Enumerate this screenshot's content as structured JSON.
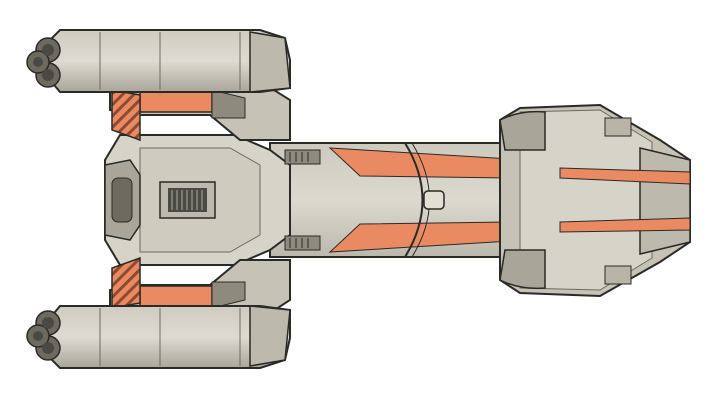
{
  "sprite": {
    "subject": "starship-sprite",
    "orientation": "facing-right",
    "colors": {
      "background": "#ffffff",
      "hull_light": "#d6d3c8",
      "hull_mid": "#bdb9ad",
      "hull_shadow": "#8e8a7e",
      "outline": "#2a2a26",
      "accent_orange": "#e98a63",
      "accent_orange_dark": "#c4633f",
      "vent_dark": "#4a4a45",
      "hazard_stripe": "#d9744a"
    },
    "parts": [
      "upper-engine-nacelle",
      "lower-engine-nacelle",
      "central-hull",
      "forward-spine",
      "bow-section",
      "cockpit-vent"
    ]
  }
}
